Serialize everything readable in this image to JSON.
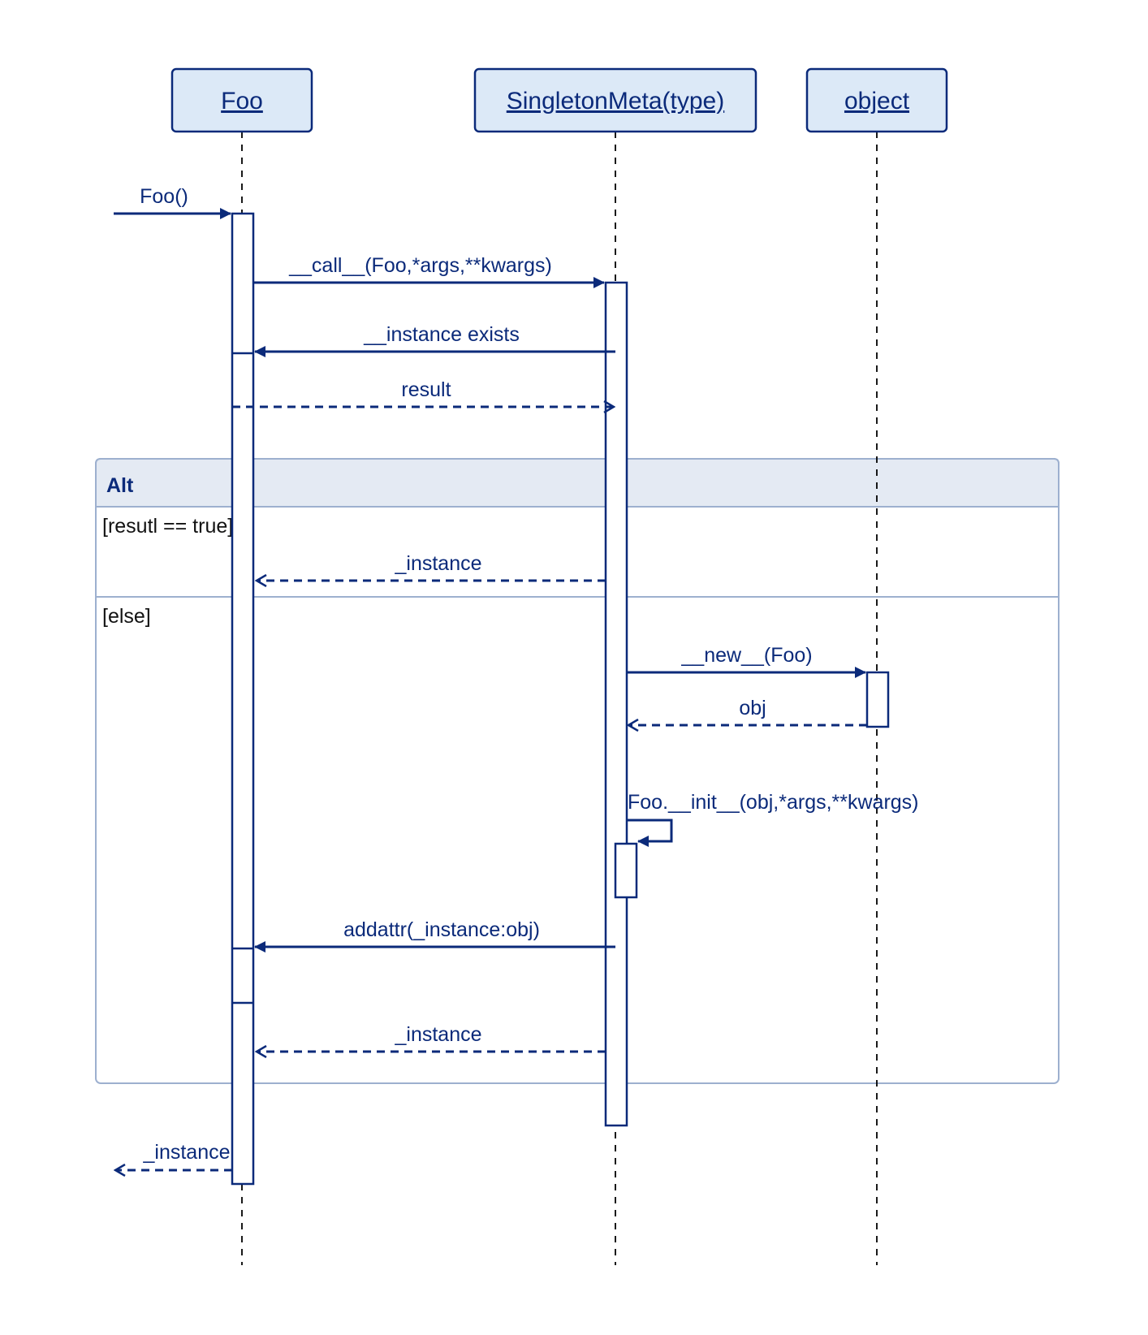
{
  "colors": {
    "line": "#0b2a7a",
    "participant_fill": "#dce9f7",
    "activation_fill": "#ffffff",
    "frame_border": "#9db0cf",
    "frame_header_fill": "#e4eaf3",
    "guard_text": "#111111"
  },
  "participants": [
    {
      "id": "foo",
      "label": "Foo"
    },
    {
      "id": "meta",
      "label": "SingletonMeta(type)"
    },
    {
      "id": "object",
      "label": "object"
    }
  ],
  "fragment": {
    "operator": "Alt",
    "guards": [
      "[resutl == true]",
      "[else]"
    ]
  },
  "messages": [
    {
      "id": "m1",
      "label": "Foo()",
      "from": "external",
      "to": "foo",
      "style": "sync"
    },
    {
      "id": "m2",
      "label": "__call__(Foo,*args,**kwargs)",
      "from": "foo",
      "to": "meta",
      "style": "sync"
    },
    {
      "id": "m3",
      "label": "__instance exists",
      "from": "meta",
      "to": "foo",
      "style": "sync"
    },
    {
      "id": "m4",
      "label": "result",
      "from": "foo",
      "to": "meta",
      "style": "return"
    },
    {
      "id": "m5",
      "label": "_instance",
      "from": "meta",
      "to": "foo",
      "style": "return"
    },
    {
      "id": "m6",
      "label": "__new__(Foo)",
      "from": "meta",
      "to": "object",
      "style": "sync"
    },
    {
      "id": "m7",
      "label": "obj",
      "from": "object",
      "to": "meta",
      "style": "return"
    },
    {
      "id": "m8",
      "label": "Foo.__init__(obj,*args,**kwargs)",
      "from": "meta",
      "to": "meta",
      "style": "self"
    },
    {
      "id": "m9",
      "label": "addattr(_instance:obj)",
      "from": "meta",
      "to": "foo",
      "style": "sync"
    },
    {
      "id": "m10",
      "label": "_instance",
      "from": "meta",
      "to": "foo",
      "style": "return"
    },
    {
      "id": "m11",
      "label": "_instance",
      "from": "foo",
      "to": "external",
      "style": "return"
    }
  ]
}
